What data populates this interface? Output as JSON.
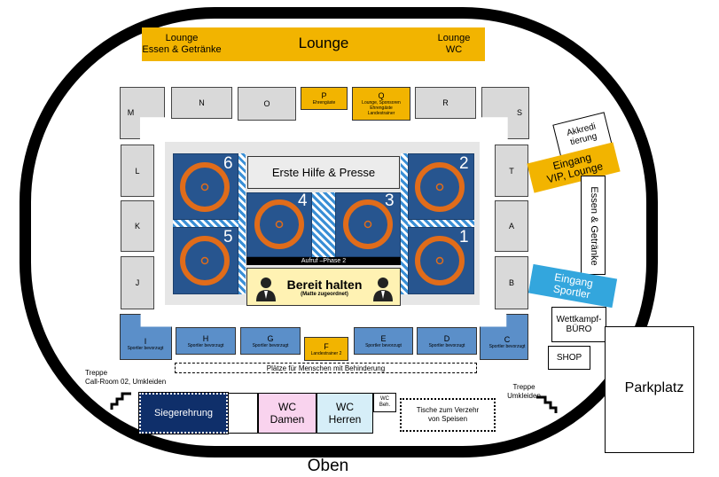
{
  "lounge": {
    "left_top": "Lounge",
    "left_bottom": "Essen & Getränke",
    "center": "Lounge",
    "right_top": "Lounge",
    "right_bottom": "WC"
  },
  "blocks_top": {
    "M": "M",
    "N": "N",
    "O": "O",
    "P": {
      "letter": "P",
      "sub": "Ehrengäste"
    },
    "Q": {
      "letter": "Q",
      "sub1": "Lounge, Sponsoren",
      "sub2": "Ehrengäste",
      "sub3": "Landestrainer"
    },
    "R": "R",
    "S": "S"
  },
  "blocks_left": {
    "L": "L",
    "K": "K",
    "J": "J"
  },
  "blocks_right": {
    "T": "T",
    "A": "A",
    "B": "B"
  },
  "blocks_bottom": {
    "I": {
      "letter": "I",
      "sub": "Sportler bevorzugt"
    },
    "H": {
      "letter": "H",
      "sub": "Sportler bevorzugt"
    },
    "G": {
      "letter": "G",
      "sub": "Sportler bevorzugt"
    },
    "F": {
      "letter": "F",
      "sub": "Landestrainer 2"
    },
    "E": {
      "letter": "E",
      "sub": "Sportler bevorzugt"
    },
    "D": {
      "letter": "D",
      "sub": "Sportler bevorzugt"
    },
    "C": {
      "letter": "C",
      "sub": "Sportler bevorzugt"
    }
  },
  "mats": [
    "1",
    "2",
    "3",
    "4",
    "5",
    "6"
  ],
  "first_aid": "Erste Hilfe & Presse",
  "call_phase": "Aufruf –Phase 2",
  "ready": {
    "title": "Bereit halten",
    "sub": "(Matte zugeordnet)"
  },
  "disabled_area": "Plätze für Menschen mit Behinderung",
  "akkreditierung": {
    "line1": "Akkredi",
    "line2": "tierung"
  },
  "entrance_vip": {
    "line1": "Eingang",
    "line2": "VIP, Lounge"
  },
  "essen_getraenke": "Essen & Getränke",
  "entrance_athletes": {
    "line1": "Eingang",
    "line2": "Sportler"
  },
  "competition_office": {
    "line1": "Wettkampf-",
    "line2": "BÜRO"
  },
  "shop": "SHOP",
  "parking": "Parkplatz",
  "stairs_left": {
    "line1": "Treppe",
    "line2": "Call-Room 02, Umkleiden"
  },
  "stairs_right": {
    "line1": "Treppe",
    "line2": "Umkleiden"
  },
  "ceremony": "Siegerehrung",
  "wc_women": {
    "line1": "WC",
    "line2": "Damen"
  },
  "wc_men": {
    "line1": "WC",
    "line2": "Herren"
  },
  "wc_disabled": {
    "line1": "WC",
    "line2": "Beh."
  },
  "food_tables": {
    "line1": "Tische zum Verzehr",
    "line2": "von Speisen"
  },
  "bottom_label": "Oben",
  "colors": {
    "gold": "#f2b400",
    "mat_blue": "#27558f",
    "circle_orange": "#e06c1a",
    "entrance_blue": "#33a6dd",
    "ceremony_navy": "#0f2f6a",
    "wc_women": "#f9d3ee",
    "wc_men": "#d6eef8"
  }
}
